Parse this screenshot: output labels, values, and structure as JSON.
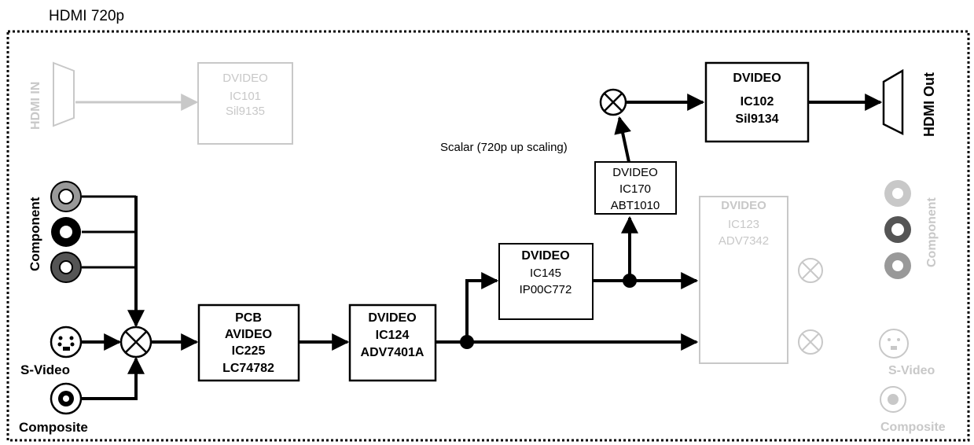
{
  "diagram": {
    "title": "HDMI 720p",
    "scalar_note": "Scalar (720p up scaling)",
    "blocks": {
      "hdmi_in": {
        "label": "HDMI IN"
      },
      "ic101": {
        "lines": [
          "DVIDEO",
          "IC101",
          "Sil9135"
        ]
      },
      "ic102": {
        "lines": [
          "DVIDEO",
          "IC102",
          "Sil9134"
        ]
      },
      "hdmi_out": {
        "label": "HDMI Out"
      },
      "ic170": {
        "lines": [
          "DVIDEO",
          "IC170",
          "ABT1010"
        ]
      },
      "ic145": {
        "lines": [
          "DVIDEO",
          "IC145",
          "IP00C772"
        ]
      },
      "ic123": {
        "lines": [
          "DVIDEO",
          "IC123",
          "ADV7342"
        ]
      },
      "ic124": {
        "lines": [
          "DVIDEO",
          "IC124",
          "ADV7401A"
        ]
      },
      "ic225": {
        "lines": [
          "PCB",
          "AVIDEO",
          "IC225",
          "LC74782"
        ]
      }
    },
    "inputs": {
      "component": "Component",
      "svideo": "S-Video",
      "composite": "Composite"
    },
    "outputs": {
      "component": "Component",
      "svideo": "S-Video",
      "composite": "Composite"
    },
    "colors": {
      "line": "#000000",
      "faded": "#c8c8c8",
      "background": "#ffffff"
    }
  }
}
